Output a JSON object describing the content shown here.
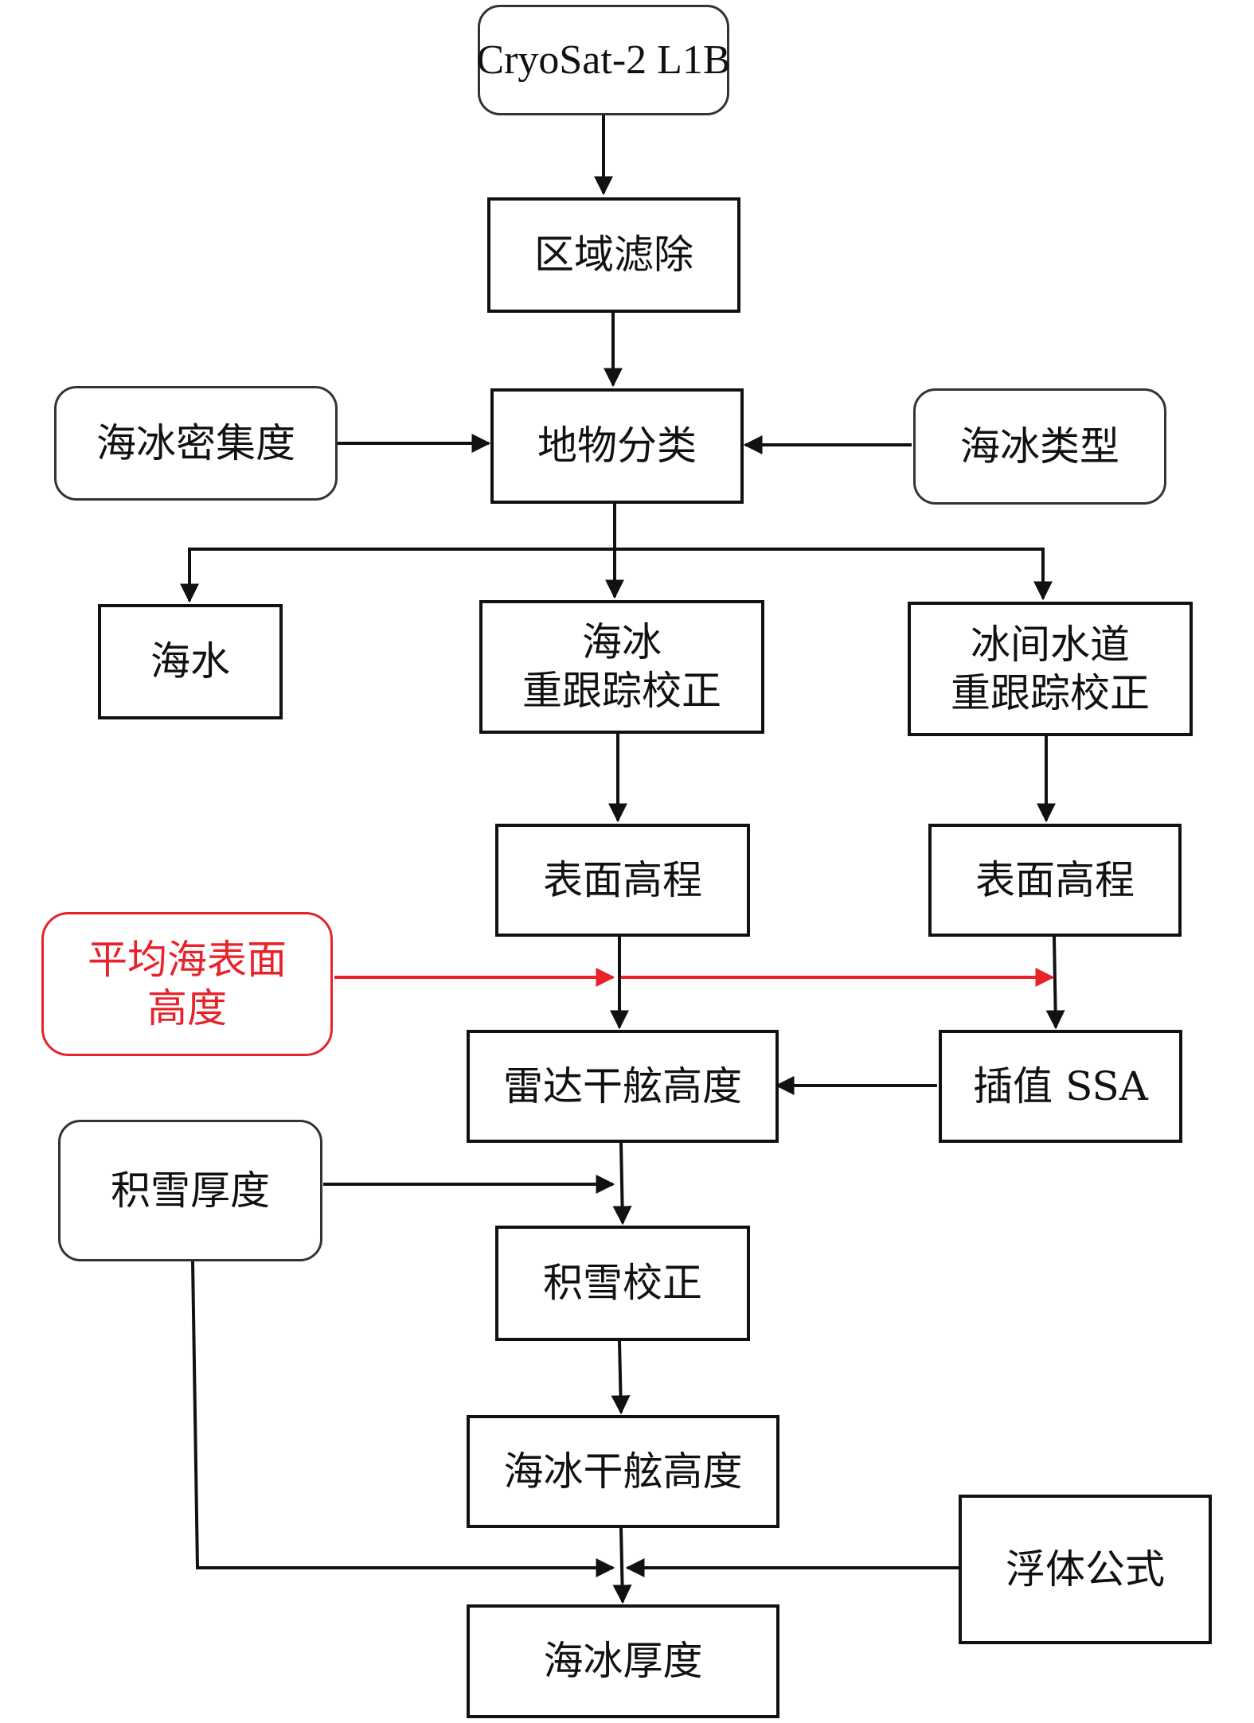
{
  "nodes": {
    "input": "CryoSat-2 L1B",
    "region_filter": "区域滤除",
    "classification": "地物分类",
    "ice_concentration": "海冰密集度",
    "ice_type": "海冰类型",
    "sea_water": "海水",
    "sea_ice_retrack": [
      "海冰",
      "重跟踪校正"
    ],
    "lead_retrack": [
      "冰间水道",
      "重跟踪校正"
    ],
    "surface_elev_ice": "表面高程",
    "surface_elev_lead": "表面高程",
    "mss": [
      "平均海表面",
      "高度"
    ],
    "radar_freeboard": "雷达干舷高度",
    "interp_ssa": "插值 SSA",
    "snow_depth": "积雪厚度",
    "snow_correction": "积雪校正",
    "ice_freeboard": "海冰干舷高度",
    "buoyancy": "浮体公式",
    "ice_thickness": "海冰厚度"
  },
  "colors": {
    "line": "#111111",
    "highlight": "#e8212a"
  }
}
